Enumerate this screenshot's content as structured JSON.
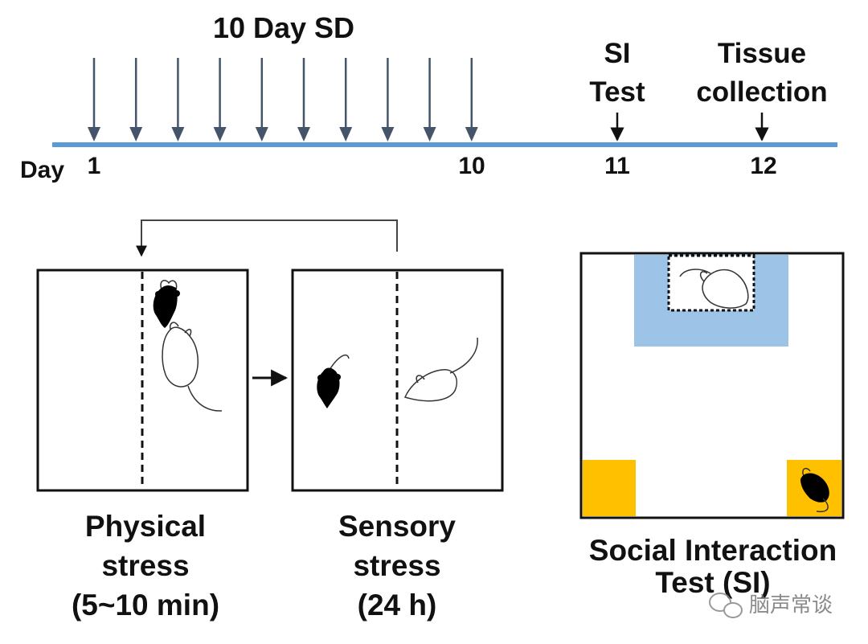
{
  "timeline": {
    "title": "10 Day SD",
    "day_prefix": "Day",
    "ticks": [
      {
        "day": 1,
        "label": "1"
      },
      {
        "day": 10,
        "label": "10"
      },
      {
        "day": 11,
        "label": "11"
      },
      {
        "day": 12,
        "label": "12"
      }
    ],
    "sd_days": [
      1,
      2,
      3,
      4,
      5,
      6,
      7,
      8,
      9,
      10
    ],
    "events": [
      {
        "day": 11,
        "line1": "SI",
        "line2": "Test"
      },
      {
        "day": 12,
        "line1": "Tissue",
        "line2": "collection"
      }
    ],
    "line_color": "#5b9bd5",
    "arrow_color": "#44546a"
  },
  "panels": {
    "physical": {
      "line1": "Physical",
      "line2": "stress",
      "line3": "(5~10 min)"
    },
    "sensory": {
      "line1": "Sensory",
      "line2": "stress",
      "line3": "(24 h)"
    },
    "social": {
      "line1": "Social Interaction",
      "line2": "Test (SI)"
    }
  },
  "colors": {
    "interaction_zone": "#9dc3e6",
    "corner_zone": "#ffc000"
  },
  "watermark": {
    "text": "脑声常谈"
  }
}
